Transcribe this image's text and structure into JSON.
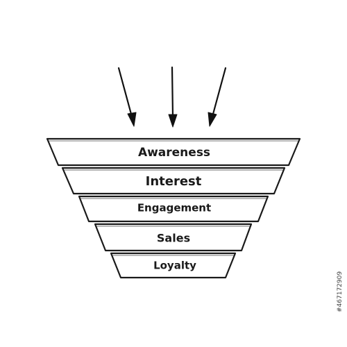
{
  "diagram": {
    "stages": [
      {
        "label": "Awareness"
      },
      {
        "label": "Interest"
      },
      {
        "label": "Engagement"
      },
      {
        "label": "Sales"
      },
      {
        "label": "Loyalty"
      }
    ],
    "arrow_count": 3,
    "side_text": "#467172909",
    "line_color": "#1a1a1a",
    "background_color": "#ffffff"
  }
}
